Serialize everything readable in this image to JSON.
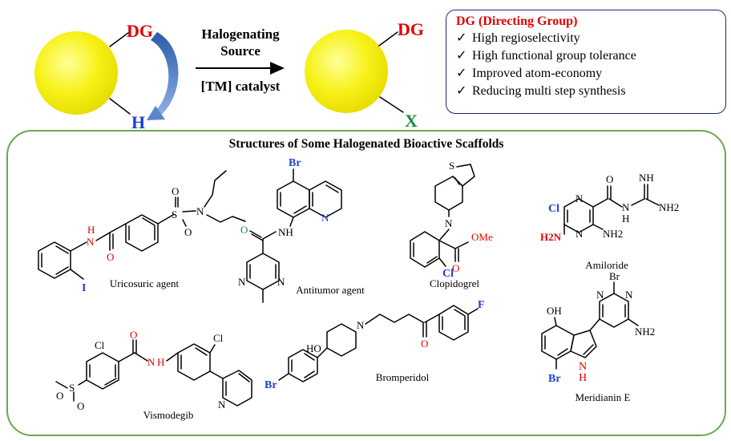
{
  "scheme": {
    "left_label_top": "DG",
    "left_label_bottom": "H",
    "arrow_top_1": "Halogenating",
    "arrow_top_2": "Source",
    "arrow_bottom": "[TM] catalyst",
    "right_label_top": "DG",
    "right_label_bottom": "X"
  },
  "benefits": {
    "title": "DG (Directing Group)",
    "items": [
      "High regioselectivity",
      "High functional group tolerance",
      "Improved atom-economy",
      "Reducing multi step synthesis"
    ],
    "check_glyph": "✓"
  },
  "panel": {
    "title": "Structures of Some Halogenated Bioactive Scaffolds"
  },
  "compounds": {
    "uricosuric": {
      "caption": "Uricosuric agent",
      "atoms": {
        "N": "N",
        "H": "H",
        "O": "O",
        "S": "S",
        "O2": "O",
        "O3": "O",
        "N2": "N",
        "I": "I"
      }
    },
    "antitumor": {
      "caption": "Antitumor agent",
      "atoms": {
        "Br": "Br",
        "Nq": "N",
        "O": "O",
        "NH": "NH",
        "N1": "N",
        "N2": "N"
      }
    },
    "clopidogrel": {
      "caption": "Clopidogrel",
      "atoms": {
        "S": "S",
        "N": "N",
        "OMe": "OMe",
        "O": "O",
        "Cl": "Cl"
      }
    },
    "amiloride": {
      "caption": "Amiloride",
      "atoms": {
        "Cl": "Cl",
        "N1": "N",
        "N2": "N",
        "O": "O",
        "NH": "NH",
        "NH2a": "NH2",
        "NH2b": "NH2",
        "H2N": "H2N",
        "H": "H",
        "N3": "N"
      }
    },
    "vismodegib": {
      "caption": "Vismodegib",
      "atoms": {
        "Cl": "Cl",
        "Cl2": "Cl",
        "O": "O",
        "N": "N",
        "H": "H",
        "S": "S",
        "O1": "O",
        "O2": "O",
        "Npy": "N"
      }
    },
    "bromperidol": {
      "caption": "Bromperidol",
      "atoms": {
        "HO": "HO",
        "N": "N",
        "O": "O",
        "F": "F",
        "Br": "Br"
      }
    },
    "meridianin": {
      "caption": "Meridianin E",
      "atoms": {
        "Br": "Br",
        "N1": "N",
        "N2": "N",
        "OH": "OH",
        "NH2": "NH2",
        "N3": "N",
        "H": "H",
        "Br2": "Br"
      }
    }
  },
  "colors": {
    "sphere": "#f7f21a",
    "DG": "#e00000",
    "H": "#1f3fcf",
    "X": "#1a8a3a",
    "panel_border": "#6aa84f",
    "box_border": "#1a2a7a",
    "curve_arrow": "#3a6fc4"
  }
}
